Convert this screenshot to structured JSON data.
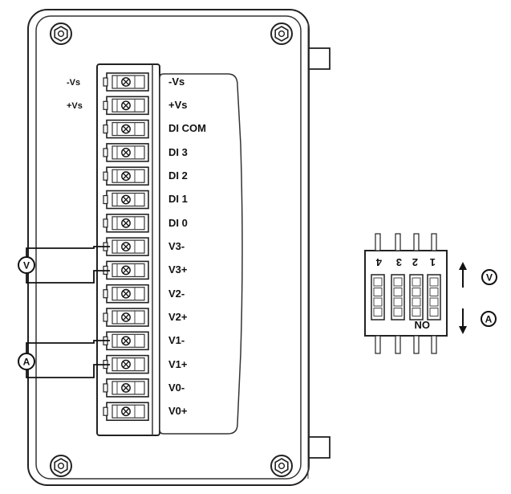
{
  "module": {
    "terminals": [
      "-Vs",
      "+Vs",
      "DI COM",
      "DI 3",
      "DI 2",
      "DI 1",
      "DI 0",
      "V3-",
      "V3+",
      "V2-",
      "V2+",
      "V1-",
      "V1+",
      "V0-",
      "V0+"
    ],
    "side_labels": [
      "-Vs",
      "+Vs"
    ],
    "meter_voltage": "V",
    "meter_current": "A"
  },
  "dip_switch": {
    "numbers": [
      "4",
      "3",
      "2",
      "1"
    ],
    "on_text": "ON",
    "mode_up": "V",
    "mode_down": "A"
  }
}
